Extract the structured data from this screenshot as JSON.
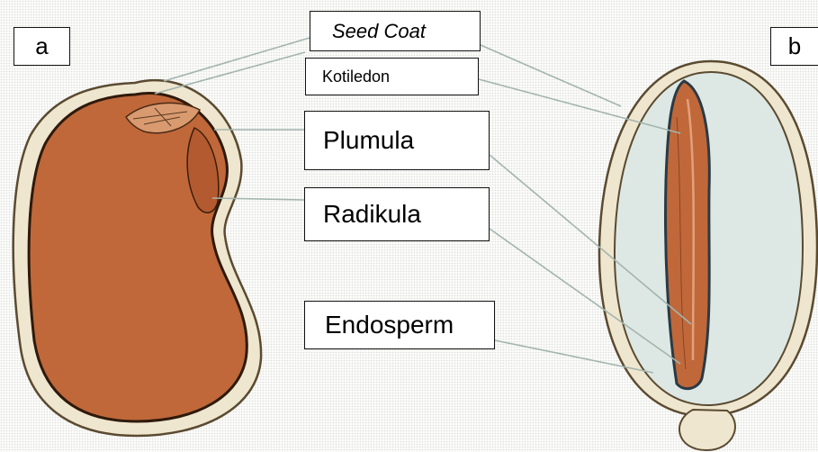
{
  "panels": {
    "a": "a",
    "b": "b"
  },
  "labels": {
    "seed_coat": "Seed Coat",
    "kotiledon": "Kotiledon",
    "plumula": "Plumula",
    "radikula": "Radikula",
    "endosperm": "Endosperm"
  },
  "colors": {
    "seed_coat": "#efe6cf",
    "seed_coat_outline": "#5a4a30",
    "cotyledon": "#c0683a",
    "endosperm": "#dde8e4",
    "leader_line": "#a3b5ae"
  }
}
